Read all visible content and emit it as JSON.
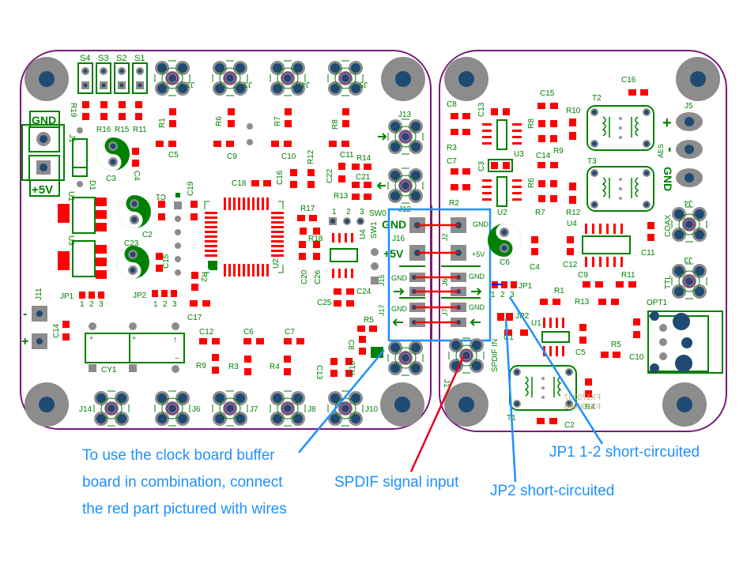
{
  "colors": {
    "board_outline": "#7a1a7a",
    "silkscreen": "#008000",
    "pad_red": "#ff0000",
    "hole_gray": "#8c8c8c",
    "hole_center": "#1f4a73",
    "highlight_box": "#1e90ff",
    "wire_red": "#ff0000",
    "annotation_blue": "#1e90ff",
    "annotation_red": "#e8001c",
    "board_text": "#b5b07a"
  },
  "left_board": {
    "switch_labels": [
      "S4",
      "S3",
      "S2",
      "S1"
    ],
    "power_labels": {
      "gnd": "GND",
      "plus5v": "+5V"
    },
    "resistors_top": [
      "R19",
      "R16",
      "R15",
      "R11"
    ],
    "top_connectors": [
      "J2",
      "J3",
      "J4",
      "J5"
    ],
    "bottom_connectors": [
      "J14",
      "J6",
      "J7",
      "J8",
      "J10"
    ],
    "side_connectors": [
      "J13",
      "J12"
    ],
    "parts": {
      "J1": "J1",
      "D1": "D1",
      "C3": "C3",
      "C4": "C4",
      "R1": "R1",
      "C5": "C5",
      "R6": "R6",
      "C9": "C9",
      "R7": "R7",
      "C10": "C10",
      "R8": "R8",
      "C11": "C11",
      "R12": "R12",
      "C16": "C16",
      "C18": "C18",
      "C22": "C22",
      "R14": "R14",
      "C21": "C21",
      "R13": "R13",
      "U1": "U1",
      "C1": "C1",
      "C19": "C19",
      "C2": "C2",
      "U3": "U3",
      "C23": "C23",
      "C15": "C15",
      "R2": "R2",
      "U2": "U2",
      "R17": "R17",
      "R18": "R18",
      "C20": "C20",
      "C26": "C26",
      "U4": "U4",
      "SW0": "SW0",
      "SW1": "SW1",
      "C24": "C24",
      "C25": "C25",
      "J11": "J11",
      "C14": "C14",
      "JP1": "JP1",
      "JP2": "JP2",
      "C17": "C17",
      "CY1": "CY1",
      "C12": "C12",
      "C6": "C6",
      "C7": "C7",
      "R9": "R9",
      "R3": "R3",
      "R4": "R4",
      "C13": "C13",
      "R10": "R10",
      "C8": "C8",
      "R5": "R5"
    },
    "pin_numbers": [
      "1",
      "2",
      "3"
    ],
    "j11_signs": {
      "minus": "-",
      "plus": "+"
    },
    "j16_labels": {
      "gnd": "GND",
      "plus5v": "+5V",
      "name": "J16"
    },
    "side_header_labels": [
      "GND",
      "GND"
    ],
    "side_header_names": [
      "J15",
      "J17"
    ]
  },
  "right_board": {
    "parts": {
      "C8": "C8",
      "R3": "R3",
      "C7": "C7",
      "R2": "R2",
      "C13": "C13",
      "C3": "C3",
      "U3": "U3",
      "U2": "U2",
      "C15": "C15",
      "R8": "R8",
      "R10": "R10",
      "R9": "R9",
      "C14": "C14",
      "R6": "R6",
      "R7": "R7",
      "R12": "R12",
      "T2": "T2",
      "T3": "T3",
      "C16": "C16",
      "J5": "J5",
      "AES": "AES",
      "J4": "J4",
      "COAX": "COAX",
      "J3": "J3",
      "TTL": "TTL",
      "U4": "U4",
      "C4": "C4",
      "C12": "C12",
      "C11": "C11",
      "C6": "C6",
      "C9": "C9",
      "R11": "R11",
      "R1": "R1",
      "R13": "R13",
      "JP1": "JP1",
      "JP2": "JP2",
      "U1": "U1",
      "C5": "C5",
      "R5": "R5",
      "C10": "C10",
      "OPT1": "OPT1",
      "T1": "T1",
      "C2": "C2",
      "R4": "R4",
      "J1": "J1",
      "SPDIF_IN": "SPDIF IN",
      "C1": "C1"
    },
    "aes_signs": {
      "plus": "+",
      "minus": "-",
      "gnd": "GND"
    },
    "j2_labels": {
      "gnd": "GND",
      "plus5v": "+5V",
      "name": "J2"
    },
    "side_header_labels": [
      "GND",
      "GND"
    ],
    "side_header_names": [
      "J6",
      "J7"
    ],
    "jp1_pins": [
      "1",
      "2",
      "3"
    ],
    "board_ids": [
      "FX170207",
      "FX130605"
    ]
  },
  "annotations": {
    "wires_note": [
      "To use the clock board buffer",
      "board in combination, connect",
      "the red part pictured with wires"
    ],
    "spdif_note": "SPDIF signal input",
    "jp2_note": "JP2 short-circuited",
    "jp1_note": "JP1 1-2 short-circuited"
  }
}
